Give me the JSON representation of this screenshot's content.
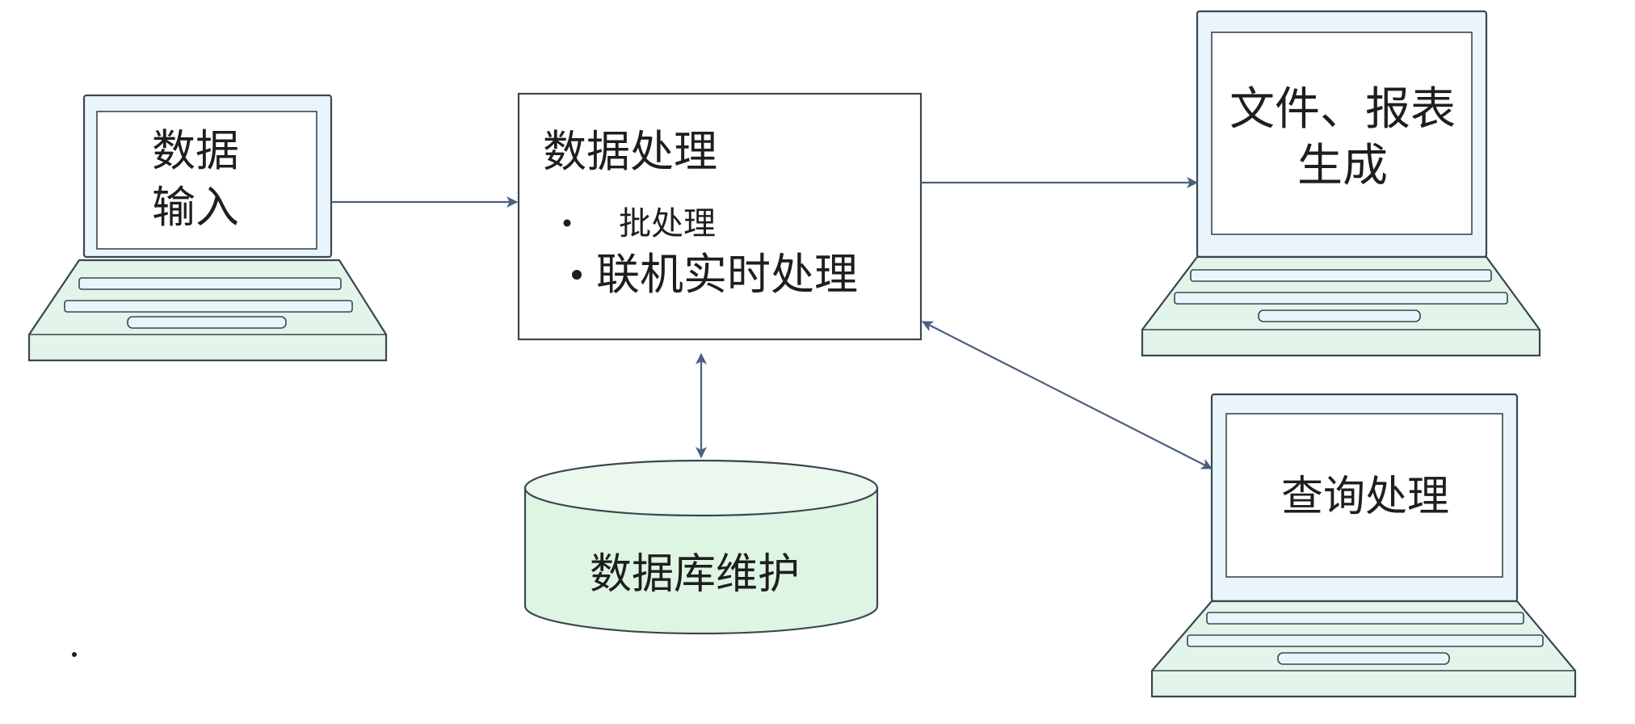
{
  "laptops": [
    {
      "id": "input",
      "lines": [
        "数据",
        "输入"
      ]
    },
    {
      "id": "report",
      "lines": [
        "文件、报表",
        "生成"
      ]
    },
    {
      "id": "query",
      "lines": [
        "查询处理"
      ]
    }
  ],
  "process_box": {
    "title": "数据处理",
    "items": [
      "批处理",
      "联机实时处理"
    ]
  },
  "database": {
    "label": "数据库维护"
  },
  "colors": {
    "screen_fill": "#e9f5fb",
    "screen_inner": "#ffffff",
    "body_fill": "#e3f4ea",
    "db_fill": "#def5e3",
    "arrow": "#4c5f80",
    "outline": "#3a4650"
  }
}
